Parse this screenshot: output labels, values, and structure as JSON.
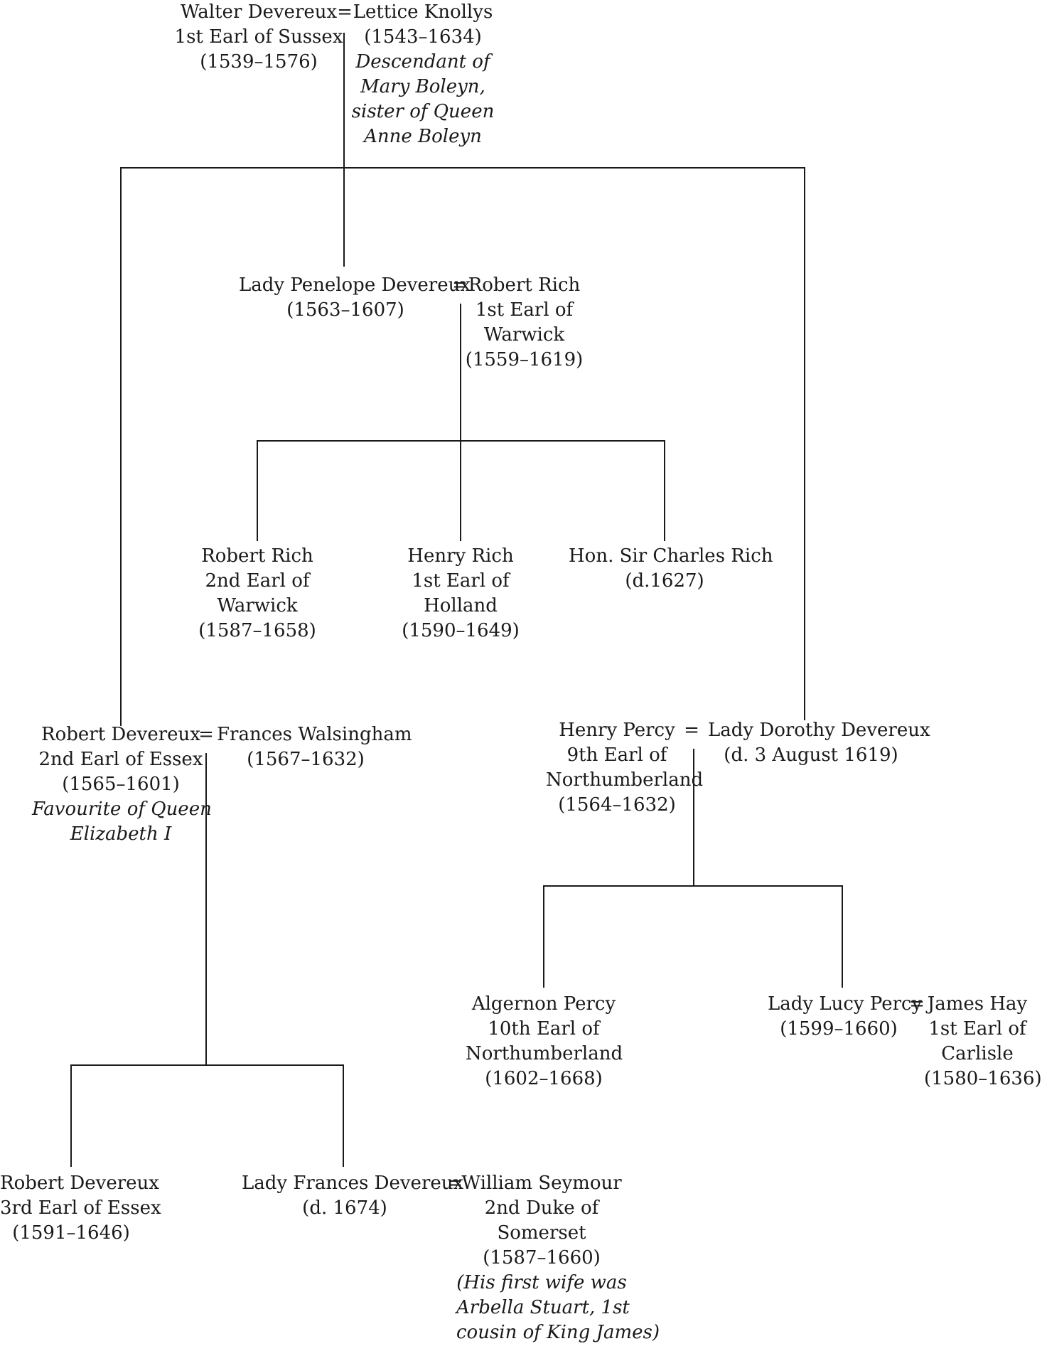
{
  "people": {
    "walter": {
      "lines": [
        "Walter Devereux",
        "1st Earl of Sussex",
        "(1539–1576)"
      ],
      "notes": []
    },
    "lettice": {
      "lines": [
        "Lettice Knollys",
        "(1543–1634)"
      ],
      "notes": [
        "Descendant of",
        "Mary Boleyn,",
        "sister of Queen",
        "Anne Boleyn"
      ]
    },
    "penelope": {
      "lines": [
        "Lady Penelope Devereux",
        "(1563–1607)"
      ],
      "notes": []
    },
    "robert_rich_1": {
      "lines": [
        "Robert Rich",
        "1st Earl of",
        "Warwick",
        "(1559–1619)"
      ],
      "notes": []
    },
    "robert_rich_2": {
      "lines": [
        "Robert Rich",
        "2nd Earl of",
        "Warwick",
        "(1587–1658)"
      ],
      "notes": []
    },
    "henry_rich": {
      "lines": [
        "Henry Rich",
        "1st Earl of",
        "Holland",
        "(1590–1649)"
      ],
      "notes": []
    },
    "charles_rich": {
      "lines": [
        "Hon. Sir Charles Rich",
        "(d.1627)"
      ],
      "notes": []
    },
    "robert_devereux_2": {
      "lines": [
        "Robert Devereux",
        "2nd Earl of Essex",
        "(1565–1601)"
      ],
      "notes": [
        "Favourite of Queen",
        "Elizabeth I"
      ]
    },
    "frances_walsingham": {
      "lines": [
        "Frances Walsingham",
        "(1567–1632)"
      ],
      "notes": []
    },
    "henry_percy": {
      "lines": [
        "Henry Percy",
        "9th Earl of",
        "Northumberland",
        "(1564–1632)"
      ],
      "notes": []
    },
    "dorothy": {
      "lines": [
        "Lady Dorothy Devereux",
        "(d. 3 August 1619)"
      ],
      "notes": []
    },
    "algernon": {
      "lines": [
        "Algernon Percy",
        "10th Earl of",
        "Northumberland",
        "(1602–1668)"
      ],
      "notes": []
    },
    "lucy": {
      "lines": [
        "Lady Lucy Percy",
        "(1599–1660)"
      ],
      "notes": []
    },
    "james_hay": {
      "lines": [
        "James Hay",
        "1st Earl of",
        "Carlisle",
        "(1580–1636)"
      ],
      "notes": []
    },
    "robert_devereux_3": {
      "lines": [
        "Robert Devereux",
        "3rd Earl of Essex",
        "(1591–1646)"
      ],
      "notes": []
    },
    "lady_frances": {
      "lines": [
        "Lady Frances Devereux",
        "(d. 1674)"
      ],
      "notes": []
    },
    "william_seymour": {
      "lines": [
        "William Seymour",
        "2nd Duke of",
        "Somerset",
        "(1587–1660)"
      ],
      "notes": [
        "(His first wife was",
        "Arbella Stuart, 1st",
        "cousin of King James)"
      ]
    }
  },
  "marriage_symbol": "="
}
